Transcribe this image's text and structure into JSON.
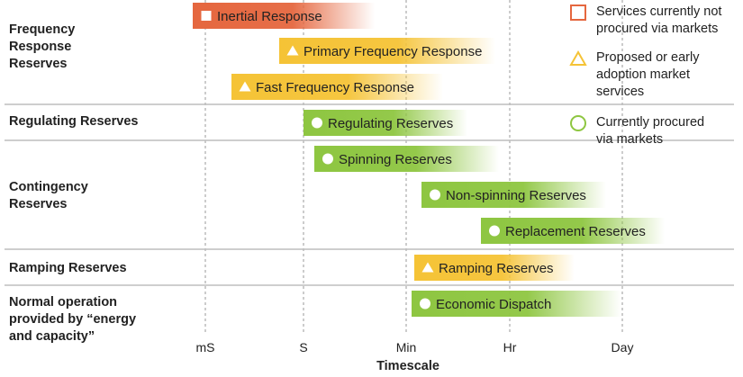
{
  "colors": {
    "not_procured": "#e5673f",
    "proposed": "#f5c336",
    "procured": "#8ec641",
    "separator": "#bdbdbd",
    "gridline": "#9a9a9a"
  },
  "categories": [
    {
      "id": "frequency",
      "label": "Frequency Response Reserves"
    },
    {
      "id": "regulating",
      "label": "Regulating Reserves"
    },
    {
      "id": "contingency",
      "label": "Contingency Reserves"
    },
    {
      "id": "ramping",
      "label": "Ramping Reserves"
    },
    {
      "id": "normal",
      "label": "Normal operation provided by “energy and capacity”"
    }
  ],
  "timescale": {
    "title": "Timescale",
    "ticks": [
      "mS",
      "S",
      "Min",
      "Hr",
      "Day"
    ]
  },
  "services": [
    {
      "label": "Inertial Response",
      "status": "not_procured",
      "icon": "square-marker-icon"
    },
    {
      "label": "Primary Frequency Response",
      "status": "proposed",
      "icon": "triangle-marker-icon"
    },
    {
      "label": "Fast Frequency Response",
      "status": "proposed",
      "icon": "triangle-marker-icon"
    },
    {
      "label": "Regulating Reserves",
      "status": "procured",
      "icon": "circle-marker-icon"
    },
    {
      "label": "Spinning Reserves",
      "status": "procured",
      "icon": "circle-marker-icon"
    },
    {
      "label": "Non-spinning Reserves",
      "status": "procured",
      "icon": "circle-marker-icon"
    },
    {
      "label": "Replacement Reserves",
      "status": "procured",
      "icon": "circle-marker-icon"
    },
    {
      "label": "Ramping Reserves",
      "status": "proposed",
      "icon": "triangle-marker-icon"
    },
    {
      "label": "Economic Dispatch",
      "status": "procured",
      "icon": "circle-marker-icon"
    }
  ],
  "legend": [
    {
      "status": "not_procured",
      "icon": "square-outline-icon",
      "label": "Services currently not procured via markets"
    },
    {
      "status": "proposed",
      "icon": "triangle-outline-icon",
      "label": "Proposed or early adoption market services"
    },
    {
      "status": "procured",
      "icon": "circle-outline-icon",
      "label": "Currently procured via markets"
    }
  ]
}
